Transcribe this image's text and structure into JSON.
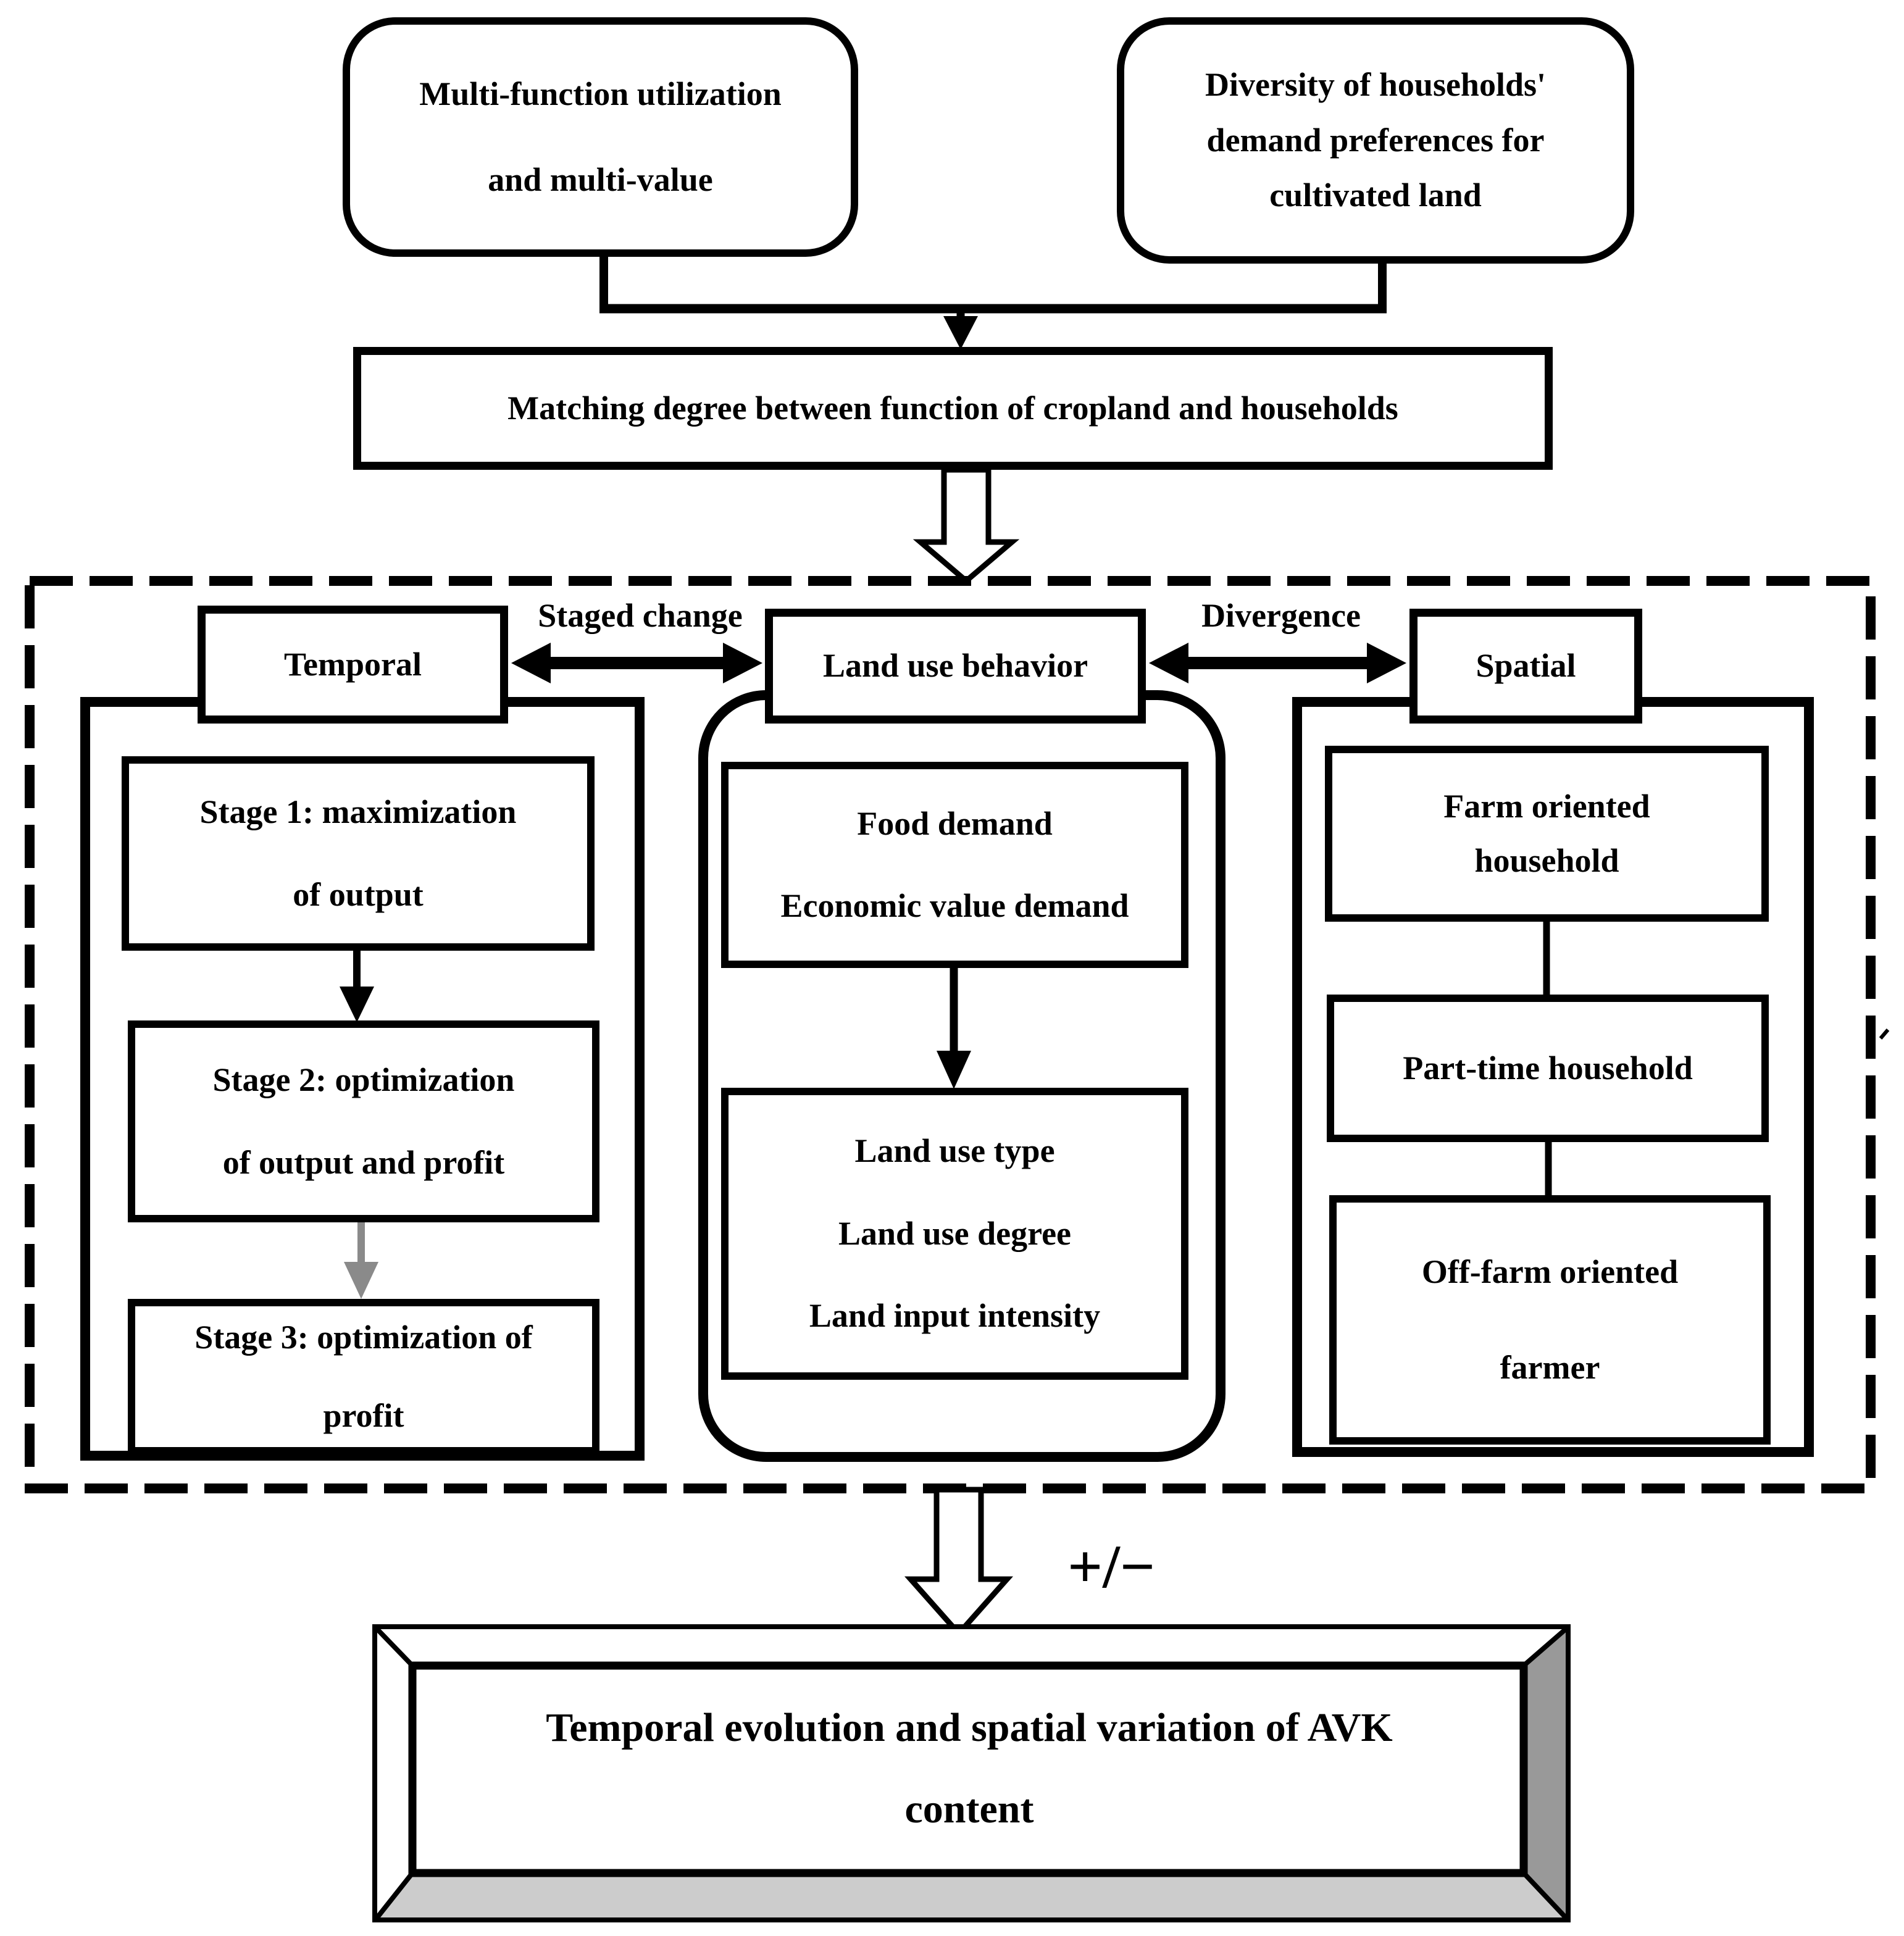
{
  "diagram": {
    "top_left_box": {
      "line1": "Multi-function utilization",
      "line2": "and multi-value"
    },
    "top_right_box": {
      "line1": "Diversity of households'",
      "line2": "demand preferences for",
      "line3": "cultivated land"
    },
    "matching_box": {
      "label": "Matching degree between function of cropland and households"
    },
    "framework": {
      "staged_change_label": "Staged change",
      "divergence_label": "Divergence",
      "temporal": {
        "header": "Temporal",
        "stage1_line1": "Stage 1: maximization",
        "stage1_line2": "of output",
        "stage2_line1": "Stage 2: optimization",
        "stage2_line2": "of output and profit",
        "stage3_line1": "Stage 3: optimization of",
        "stage3_line2": "profit"
      },
      "land_use": {
        "header": "Land use behavior",
        "demand_line1": "Food demand",
        "demand_line2": "Economic value demand",
        "attr_line1": "Land use type",
        "attr_line2": "Land use degree",
        "attr_line3": "Land input intensity"
      },
      "spatial": {
        "header": "Spatial",
        "farm_line1": "Farm oriented",
        "farm_line2": "household",
        "parttime_line1": "Part-time household",
        "offfarm_line1": "Off-farm oriented",
        "offfarm_line2": "farmer"
      }
    },
    "plus_minus_label": "+/−",
    "outcome_box": {
      "line1": "Temporal evolution and spatial variation of AVK",
      "line2": "content"
    },
    "colors": {
      "ink": "#000000",
      "gray_arrow": "#8a8a8a",
      "bevel_right": "#999999",
      "bevel_bottom": "#cccccc"
    }
  }
}
